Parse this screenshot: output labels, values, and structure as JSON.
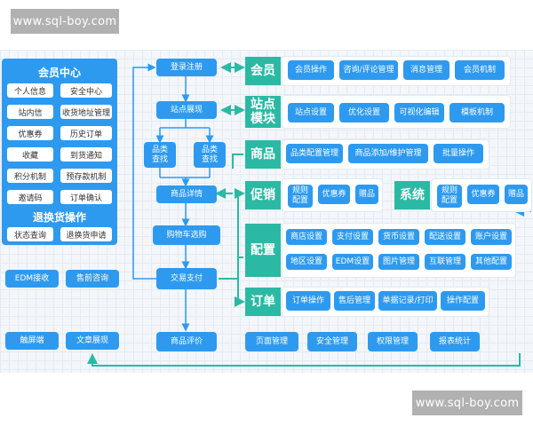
{
  "watermark": "www.sql-boy.com",
  "member_center": {
    "title": "会员中心",
    "items": [
      "个人信息",
      "安全中心",
      "站内信",
      "收货地址管理",
      "优惠券",
      "历史订单",
      "收藏",
      "到货通知",
      "积分机制",
      "预存款机制",
      "邀请码",
      "订单确认"
    ],
    "returns_title": "退换货操作",
    "returns_items": [
      "状态查询",
      "退换货申请"
    ]
  },
  "left_tools": [
    "EDM接收",
    "售前咨询",
    "触屏端",
    "文章展现"
  ],
  "flow": {
    "login": "登录注册",
    "site_show": "站点展现",
    "cat_search_1": "品类\n查找",
    "cat_search_2": "品类\n查找",
    "product_detail": "商品详情",
    "cart": "购物车选购",
    "pay": "交易支付",
    "review": "商品评价"
  },
  "categories": {
    "member": {
      "label": "会员",
      "items": [
        "会员操作",
        "咨询/评论管理",
        "消息管理",
        "会员机制"
      ]
    },
    "site": {
      "label": "站点\n模块",
      "items": [
        "站点设置",
        "优化设置",
        "可视化编辑",
        "模板机制"
      ]
    },
    "product": {
      "label": "商品",
      "items": [
        "品类配置管理",
        "商品添加/维护管理",
        "批量操作"
      ]
    },
    "promo": {
      "label": "促销",
      "items": [
        "规则\n配置",
        "优惠券",
        "赠品"
      ]
    },
    "system": {
      "label": "系统",
      "items": [
        "规则\n配置",
        "优惠券",
        "赠品"
      ]
    },
    "config": {
      "label": "配置",
      "items": [
        "商店设置",
        "支付设置",
        "货币设置",
        "配送设置",
        "账户设置",
        "地区设置",
        "EDM设置",
        "图片管理",
        "互联管理",
        "其他配置"
      ]
    },
    "order": {
      "label": "订单",
      "items": [
        "订单操作",
        "售后管理",
        "单据记录/打印",
        "操作配置"
      ]
    }
  },
  "bottom_row": [
    "页面管理",
    "安全管理",
    "权限管理",
    "报表统计"
  ],
  "colors": {
    "blue": "#2d9af0",
    "teal": "#2bb9a4",
    "arrow": "#2bb9a4"
  }
}
